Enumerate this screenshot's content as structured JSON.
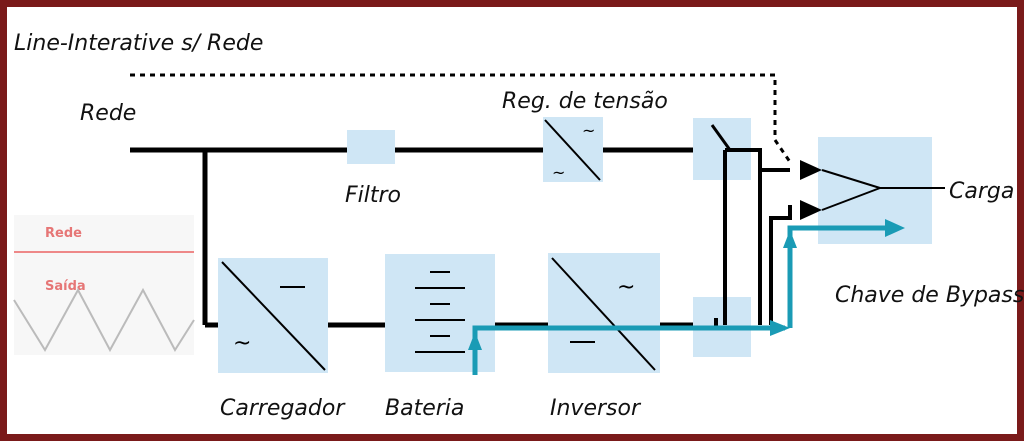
{
  "title": "Line-Interative s/ Rede",
  "labels": {
    "rede": "Rede",
    "reg_tensao": "Reg. de tensão",
    "filtro": "Filtro",
    "carga": "Carga",
    "chave_bypass": "Chave de Bypass",
    "carregador": "Carregador",
    "bateria": "Bateria",
    "inversor": "Inversor"
  },
  "waveform": {
    "rede_label": "Rede",
    "saida_label": "Saída"
  },
  "colors": {
    "frame": "#7a1a1a",
    "block": "#cfe6f5",
    "line": "#000000",
    "battery_path": "#1a9bb5",
    "waveform_label": "#e04040"
  }
}
